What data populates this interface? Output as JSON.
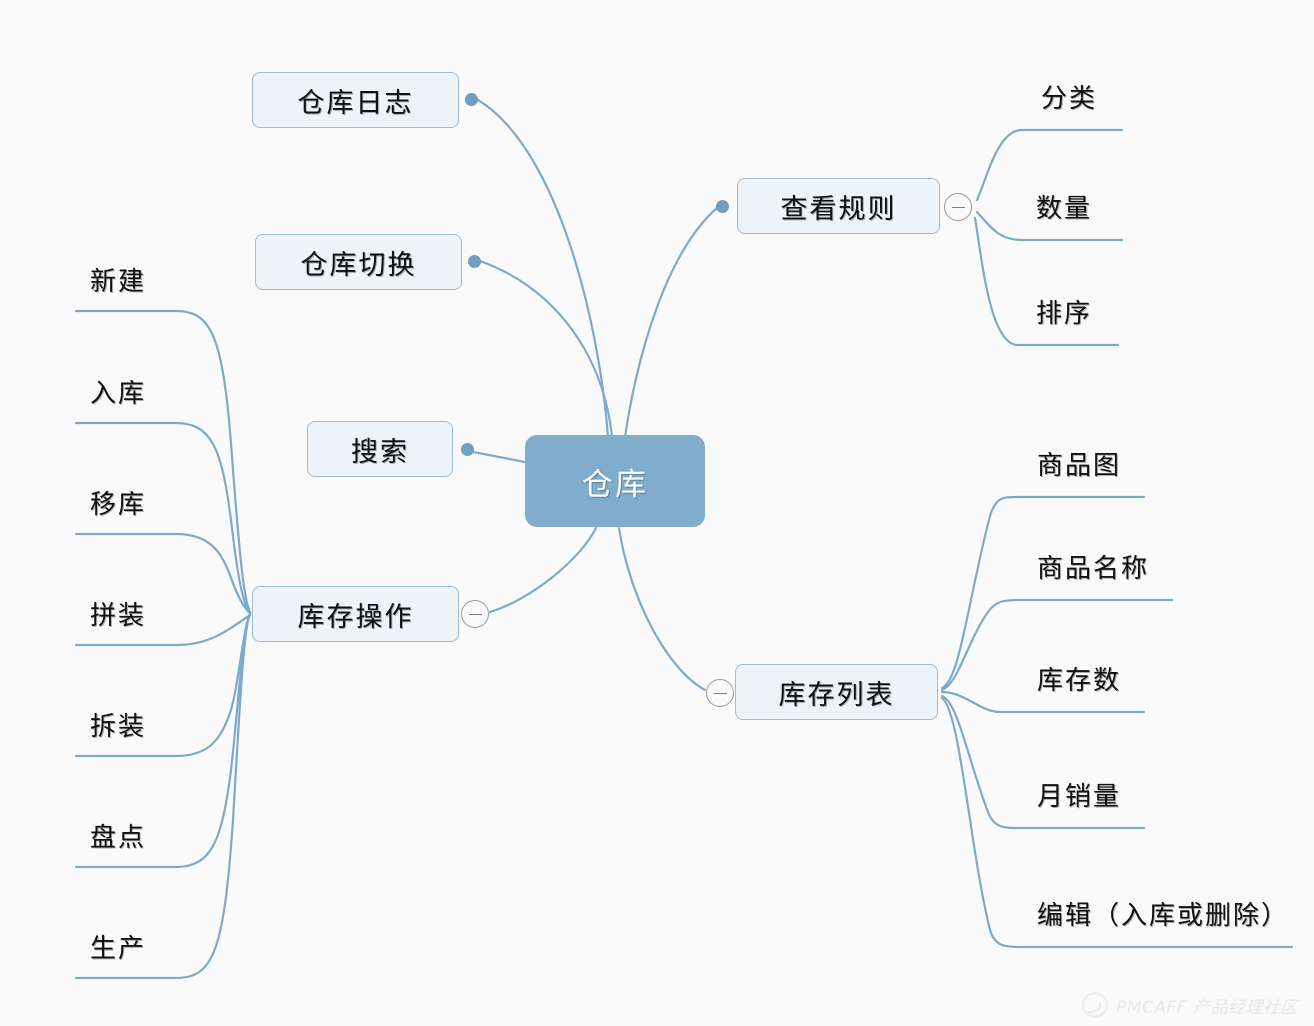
{
  "diagram": {
    "type": "mindmap",
    "background_color": "#fafafa",
    "accent_color": "#7fa9cc",
    "root_fill": "#80adcb",
    "node_fill": "#eef3f8",
    "node_border": "#9cbcd8"
  },
  "root": {
    "label": "仓库"
  },
  "branches": {
    "warehouse_log": {
      "label": "仓库日志"
    },
    "warehouse_switch": {
      "label": "仓库切换"
    },
    "search": {
      "label": "搜索"
    },
    "inventory_operation": {
      "label": "库存操作",
      "children": [
        {
          "label": "新建"
        },
        {
          "label": "入库"
        },
        {
          "label": "移库"
        },
        {
          "label": "拼装"
        },
        {
          "label": "拆装"
        },
        {
          "label": "盘点"
        },
        {
          "label": "生产"
        }
      ]
    },
    "view_rules": {
      "label": "查看规则",
      "children": [
        {
          "label": "分类"
        },
        {
          "label": "数量"
        },
        {
          "label": "排序"
        }
      ]
    },
    "inventory_list": {
      "label": "库存列表",
      "children": [
        {
          "label": "商品图"
        },
        {
          "label": "商品名称"
        },
        {
          "label": "库存数"
        },
        {
          "label": "月销量"
        },
        {
          "label": "编辑（入库或删除）"
        }
      ]
    }
  },
  "watermark": {
    "text": "PMCAFF 产品经理社区"
  }
}
